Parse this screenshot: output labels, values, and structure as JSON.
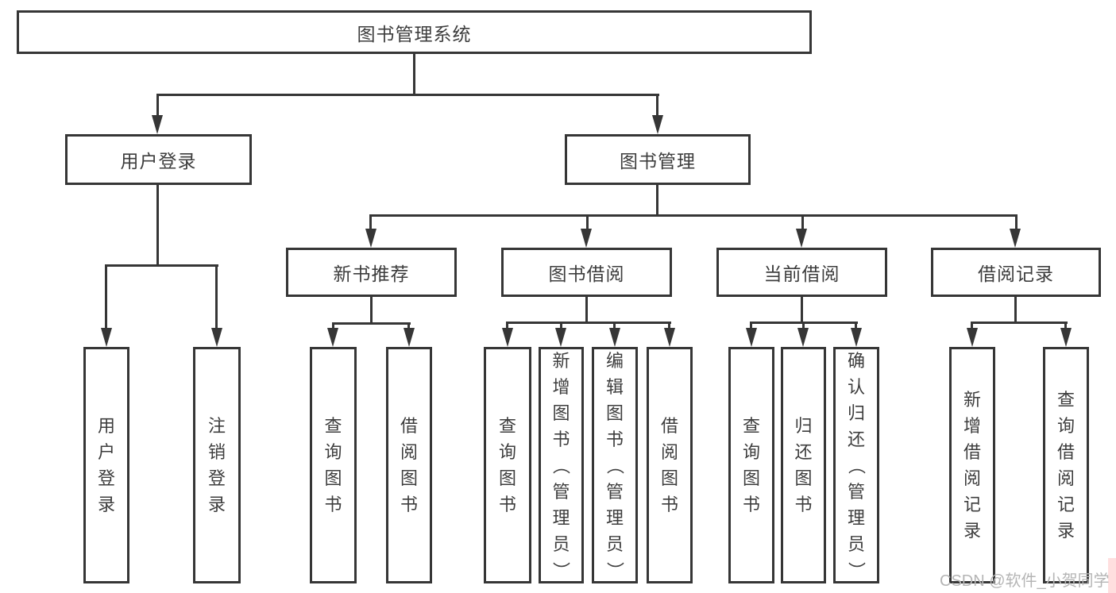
{
  "colors": {
    "line": "#363636",
    "text": "#3d3d3d",
    "watermark": "#b5b5b5",
    "background": "#ffffff"
  },
  "watermark": "CSDN @软件_小贺同学",
  "nodes": {
    "root": "图书管理系统",
    "user_login": "用户登录",
    "book_management": "图书管理",
    "new_book_recommend": "新书推荐",
    "book_borrow": "图书借阅",
    "current_borrow": "当前借阅",
    "borrow_record": "借阅记录",
    "leaf_user_login": "用户登录",
    "leaf_logout": "注销登录",
    "leaf_nbr_query_book": "查询图书",
    "leaf_nbr_borrow_book": "借阅图书",
    "leaf_bb_query_book": "查询图书",
    "leaf_bb_add_book": "新增图书（管理员）",
    "leaf_bb_edit_book": "编辑图书（管理员）",
    "leaf_bb_borrow_book": "借阅图书",
    "leaf_cb_query_book": "查询图书",
    "leaf_cb_return_book": "归还图书",
    "leaf_cb_confirm_return": "确认归还（管理员）",
    "leaf_br_add_record": "新增借阅记录",
    "leaf_br_query_record": "查询借阅记录"
  },
  "tree": {
    "root": "图书管理系统",
    "children": [
      {
        "label": "用户登录",
        "children": [
          "用户登录",
          "注销登录"
        ]
      },
      {
        "label": "图书管理",
        "children": [
          {
            "label": "新书推荐",
            "children": [
              "查询图书",
              "借阅图书"
            ]
          },
          {
            "label": "图书借阅",
            "children": [
              "查询图书",
              "新增图书（管理员）",
              "编辑图书（管理员）",
              "借阅图书"
            ]
          },
          {
            "label": "当前借阅",
            "children": [
              "查询图书",
              "归还图书",
              "确认归还（管理员）"
            ]
          },
          {
            "label": "借阅记录",
            "children": [
              "新增借阅记录",
              "查询借阅记录"
            ]
          }
        ]
      }
    ]
  }
}
